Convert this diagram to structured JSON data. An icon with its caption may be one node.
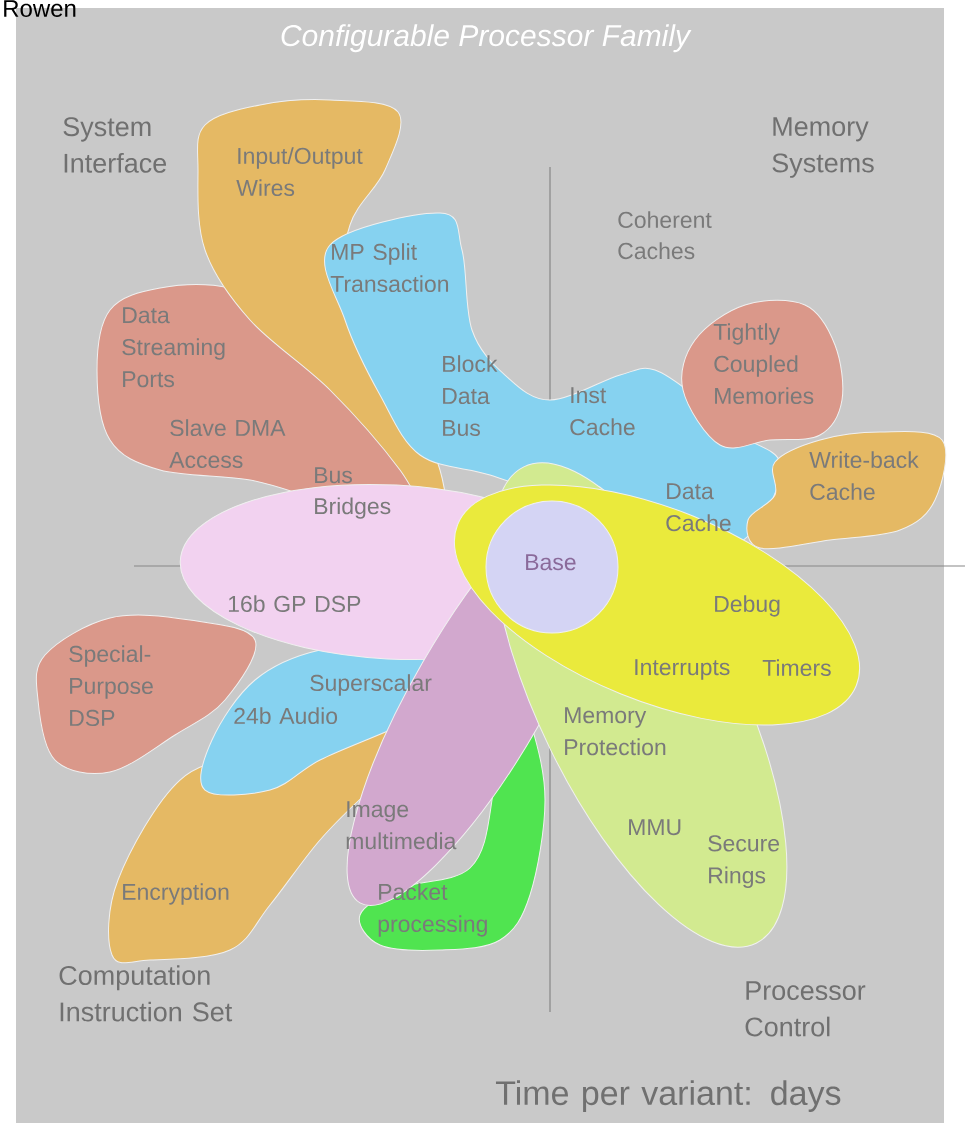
{
  "diagram": {
    "title": "Configurable Processor Family",
    "nodes": [
      {
        "text": [
          "Input/Output Wires"
        ]
      },
      {
        "text": [
          "MP Split Transaction",
          "Block Data Bus",
          "Inst Cache",
          "Data Cache"
        ]
      },
      {
        "text": [
          "Data Streaming Ports",
          "Slave DMA Access"
        ]
      },
      {
        "text": [
          "Tightly Coupled Memories"
        ]
      },
      {
        "text": [
          "Write-back Cache"
        ]
      },
      {
        "text": [
          "16b GP DSP"
        ]
      },
      {
        "text": [
          "Special-Purpose DSP"
        ]
      },
      {
        "text": [
          "Superscalar",
          "24b Audio"
        ]
      },
      {
        "text": [
          "Encryption"
        ]
      },
      {
        "text": [
          "Image multimedia"
        ]
      },
      {
        "text": [
          "Packet processing"
        ]
      },
      {
        "text": [
          "Debug",
          "Interrupts",
          "Timers"
        ]
      },
      {
        "text": [
          "Memory Protection",
          "MMU",
          "Secure Rings"
        ]
      },
      {
        "text": [
          "Base"
        ]
      }
    ],
    "labels": [
      "Rowen",
      "System Interface",
      "Memory Systems",
      "Coherent Caches",
      "Bus Bridges",
      "Computation Instruction Set",
      "Processor Control",
      "Time per variant: days"
    ]
  }
}
